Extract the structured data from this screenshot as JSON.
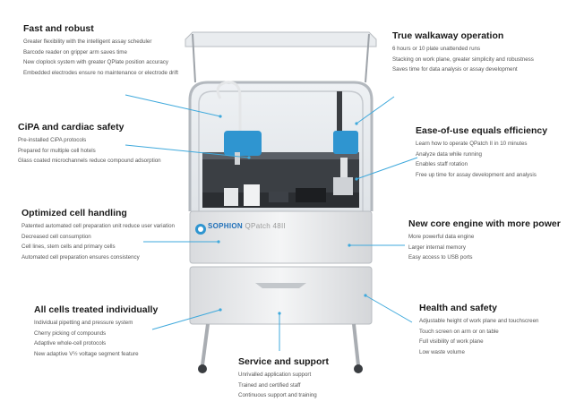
{
  "sections": [
    {
      "title": "Fast and robust",
      "items": [
        "Greater flexibility with the intelligent assay scheduler",
        "Barcode reader on gripper arm saves time",
        "New cloplock system with greater QPlate position accuracy",
        "Embedded electrodes ensure no maintenance or electrode drift"
      ]
    },
    {
      "title": "CiPA and cardiac safety",
      "items": [
        "Pre-installed CiPA protocols",
        "Prepared for multiple cell hotels",
        "Glass coated microchannels reduce compound adsorption"
      ]
    },
    {
      "title": "Optimized cell handling",
      "items": [
        "Patented automated cell preparation unit reduce user variation",
        "Decreased cell consumption",
        "Cell lines, stem cells and primary cells",
        "Automated cell preparation ensures consistency"
      ]
    },
    {
      "title": "All cells treated individually",
      "items": [
        "Individual pipetting and pressure system",
        "Cherry picking of compounds",
        "Adaptive whole-cell protocols",
        "New adaptive V½ voltage segment feature"
      ]
    },
    {
      "title": "True walkaway operation",
      "items": [
        "6 hours or 10 plate unattended runs",
        "Stacking on work plane, greater simplicity and robustness",
        "Saves time for data analysis or assay development"
      ]
    },
    {
      "title": "Ease-of-use equals efficiency",
      "items": [
        "Learn how to operate QPatch II in 10 minutes",
        "Analyze data while running",
        "Enables staff rotation",
        "Free up time for assay development and analysis"
      ]
    },
    {
      "title": "New core engine with more power",
      "items": [
        "More powerful data engine",
        "Larger internal memory",
        "Easy access to USB ports"
      ]
    },
    {
      "title": "Health and safety",
      "items": [
        "Adjustable height of work plane and touchscreen",
        "Touch screen on arm or on table",
        "Full visibility of work plane",
        "Low waste volume"
      ]
    },
    {
      "title": "Service and support",
      "items": [
        "Unrivalled application support",
        "Trained and certified staff",
        "Continuous support and training"
      ]
    }
  ],
  "brand": {
    "name": "SOPHION",
    "model": "QPatch 48II"
  },
  "colors": {
    "accent": "#3fa9dc",
    "machine_blue": "#2f95d0",
    "frame": "#c9ccd0"
  }
}
